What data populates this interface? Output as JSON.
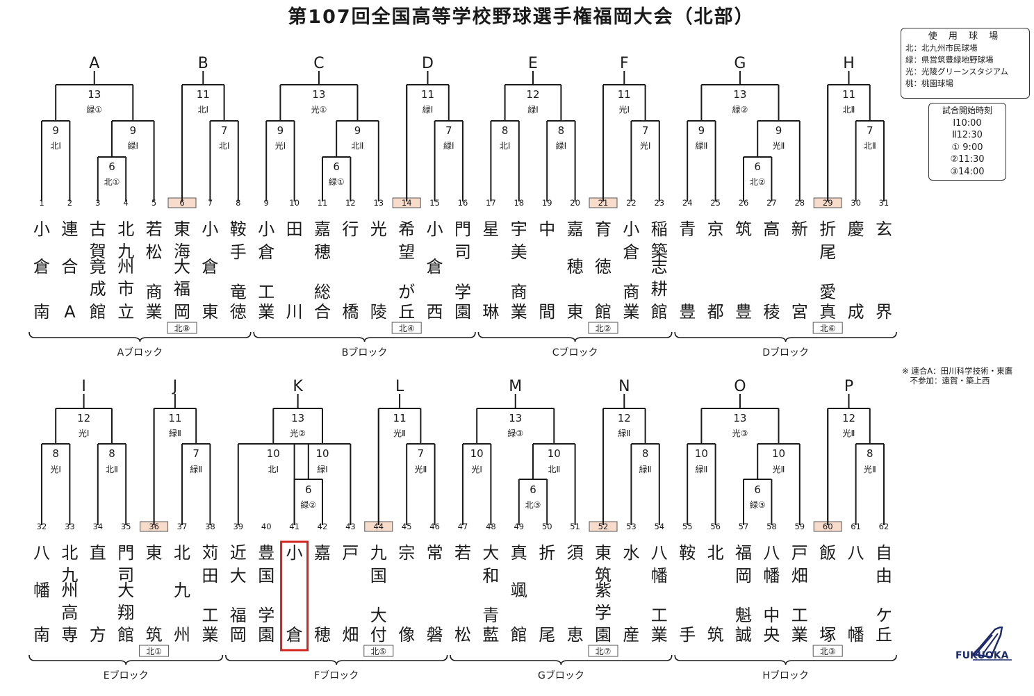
{
  "title": "第107回全国高等学校野球選手権福岡大会（北部）",
  "venues": {
    "heading": "使 用 球 場",
    "lines": [
      "北：北九州市民球場",
      "緑：県営筑豊緑地野球場",
      "光：光陵グリーンスタジアム",
      "桃：桃園球場"
    ]
  },
  "times": {
    "heading": "試合開始時刻",
    "lines": [
      "Ⅰ10:00",
      "Ⅱ12:30",
      "① 9:00",
      "②11:30",
      "③14:00"
    ]
  },
  "note": [
    "※ 連合A：田川科学技術・東鷹",
    "　不参加：遠賀・築上西"
  ],
  "logo_text": "FUKUOKA",
  "colors": {
    "seed_fill": "#f8dccb",
    "highlight": "#d2231f",
    "line": "#1a1a1a",
    "logo": "#1d2a6b"
  },
  "rows": [
    {
      "blocks": [
        {
          "label": "Aブロック",
          "start": 0,
          "end": 7
        },
        {
          "label": "Bブロック",
          "start": 8,
          "end": 15
        },
        {
          "label": "Cブロック",
          "start": 16,
          "end": 22
        },
        {
          "label": "Dブロック",
          "start": 23,
          "end": 30
        }
      ],
      "teams": [
        {
          "no": "1",
          "name": "小倉南"
        },
        {
          "no": "2",
          "name": "連合A"
        },
        {
          "no": "3",
          "name": "古賀竟成館"
        },
        {
          "no": "4",
          "name": "北九州市立"
        },
        {
          "no": "5",
          "name": "若松商業"
        },
        {
          "no": "6",
          "name": "東海大福岡",
          "seed": true
        },
        {
          "no": "7",
          "name": "小倉東"
        },
        {
          "no": "8",
          "name": "鞍手竜徳"
        },
        {
          "no": "9",
          "name": "小倉工業"
        },
        {
          "no": "10",
          "name": "田川"
        },
        {
          "no": "11",
          "name": "嘉穂総合"
        },
        {
          "no": "12",
          "name": "行橋"
        },
        {
          "no": "13",
          "name": "光陵"
        },
        {
          "no": "14",
          "name": "希望が丘",
          "seed": true
        },
        {
          "no": "15",
          "name": "小倉西"
        },
        {
          "no": "16",
          "name": "門司学園"
        },
        {
          "no": "17",
          "name": "星琳"
        },
        {
          "no": "18",
          "name": "宇美商業"
        },
        {
          "no": "19",
          "name": "中間"
        },
        {
          "no": "20",
          "name": "嘉穂東"
        },
        {
          "no": "21",
          "name": "育徳館",
          "seed": true
        },
        {
          "no": "22",
          "name": "小倉商業"
        },
        {
          "no": "23",
          "name": "稲築志耕館"
        },
        {
          "no": "24",
          "name": "青豊"
        },
        {
          "no": "25",
          "name": "京都"
        },
        {
          "no": "26",
          "name": "筑豊"
        },
        {
          "no": "27",
          "name": "高稜"
        },
        {
          "no": "28",
          "name": "新宮"
        },
        {
          "no": "29",
          "name": "折尾愛真",
          "seed": true
        },
        {
          "no": "30",
          "name": "慶成"
        },
        {
          "no": "31",
          "name": "玄界"
        }
      ],
      "seed_tags": [
        "北⑧",
        "北④",
        "北②",
        "北⑥"
      ],
      "groups": [
        {
          "letter": "A",
          "top": {
            "day": "13",
            "venue": "緑①"
          },
          "left": {
            "day": "9",
            "venue": "北Ⅰ",
            "teams": [
              0,
              1
            ]
          },
          "right": {
            "day": "9",
            "venue": "緑Ⅰ",
            "teams": [
              3,
              4
            ]
          },
          "first": {
            "day": "6",
            "venue": "北①",
            "teams": [
              2,
              3
            ]
          },
          "firstSide": "right"
        },
        {
          "letter": "B",
          "top": {
            "day": "11",
            "venue": "北Ⅰ"
          },
          "bye": 5,
          "right": {
            "day": "7",
            "venue": "北Ⅰ",
            "teams": [
              6,
              7
            ]
          }
        },
        {
          "letter": "C",
          "top": {
            "day": "13",
            "venue": "光①"
          },
          "left": {
            "day": "9",
            "venue": "光Ⅰ",
            "teams": [
              8,
              9
            ]
          },
          "right": {
            "day": "9",
            "venue": "北Ⅱ",
            "teams": [
              11,
              12
            ]
          },
          "first": {
            "day": "6",
            "venue": "緑①",
            "teams": [
              10,
              11
            ]
          },
          "firstSide": "right"
        },
        {
          "letter": "D",
          "top": {
            "day": "11",
            "venue": "緑Ⅰ"
          },
          "bye": 13,
          "right": {
            "day": "7",
            "venue": "緑Ⅰ",
            "teams": [
              14,
              15
            ]
          }
        },
        {
          "letter": "E",
          "top": {
            "day": "12",
            "venue": "緑Ⅰ"
          },
          "left": {
            "day": "8",
            "venue": "北Ⅰ",
            "teams": [
              16,
              17
            ]
          },
          "right": {
            "day": "8",
            "venue": "緑Ⅰ",
            "teams": [
              18,
              19
            ]
          }
        },
        {
          "letter": "F",
          "top": {
            "day": "11",
            "venue": "光Ⅰ"
          },
          "bye": 20,
          "right": {
            "day": "7",
            "venue": "光Ⅰ",
            "teams": [
              21,
              22
            ]
          }
        },
        {
          "letter": "G",
          "top": {
            "day": "13",
            "venue": "緑②"
          },
          "left": {
            "day": "9",
            "venue": "緑Ⅱ",
            "teams": [
              23,
              24
            ]
          },
          "right": {
            "day": "9",
            "venue": "光Ⅱ",
            "teams": [
              26,
              27
            ]
          },
          "first": {
            "day": "6",
            "venue": "北②",
            "teams": [
              25,
              26
            ]
          },
          "firstSide": "right"
        },
        {
          "letter": "H",
          "top": {
            "day": "11",
            "venue": "北Ⅱ"
          },
          "bye": 28,
          "right": {
            "day": "7",
            "venue": "北Ⅱ",
            "teams": [
              29,
              30
            ]
          }
        }
      ]
    },
    {
      "blocks": [
        {
          "label": "Eブロック",
          "start": 0,
          "end": 6
        },
        {
          "label": "Fブロック",
          "start": 7,
          "end": 14
        },
        {
          "label": "Gブロック",
          "start": 15,
          "end": 22
        },
        {
          "label": "Hブロック",
          "start": 23,
          "end": 30
        }
      ],
      "teams": [
        {
          "no": "32",
          "name": "八幡南"
        },
        {
          "no": "33",
          "name": "北九州高専"
        },
        {
          "no": "34",
          "name": "直方"
        },
        {
          "no": "35",
          "name": "門司大翔館"
        },
        {
          "no": "36",
          "name": "東筑",
          "seed": true
        },
        {
          "no": "37",
          "name": "北九州"
        },
        {
          "no": "38",
          "name": "苅田工業"
        },
        {
          "no": "39",
          "name": "近大福岡"
        },
        {
          "no": "40",
          "name": "豊国学園"
        },
        {
          "no": "41",
          "name": "小倉",
          "highlight": true
        },
        {
          "no": "42",
          "name": "嘉穂"
        },
        {
          "no": "43",
          "name": "戸畑"
        },
        {
          "no": "44",
          "name": "九国大付",
          "seed": true
        },
        {
          "no": "45",
          "name": "宗像"
        },
        {
          "no": "46",
          "name": "常磐"
        },
        {
          "no": "47",
          "name": "若松"
        },
        {
          "no": "48",
          "name": "大和青藍"
        },
        {
          "no": "49",
          "name": "真颯館"
        },
        {
          "no": "50",
          "name": "折尾"
        },
        {
          "no": "51",
          "name": "須恵"
        },
        {
          "no": "52",
          "name": "東筑紫学園",
          "seed": true
        },
        {
          "no": "53",
          "name": "水産"
        },
        {
          "no": "54",
          "name": "八幡工業"
        },
        {
          "no": "55",
          "name": "鞍手"
        },
        {
          "no": "56",
          "name": "北筑"
        },
        {
          "no": "57",
          "name": "福岡魁誠"
        },
        {
          "no": "58",
          "name": "八幡中央"
        },
        {
          "no": "59",
          "name": "戸畑工業"
        },
        {
          "no": "60",
          "name": "飯塚",
          "seed": true
        },
        {
          "no": "61",
          "name": "八幡"
        },
        {
          "no": "62",
          "name": "自由ケ丘"
        }
      ],
      "seed_tags": [
        "北①",
        "北⑤",
        "北⑦",
        "北③"
      ],
      "groups": [
        {
          "letter": "I",
          "top": {
            "day": "12",
            "venue": "光Ⅰ"
          },
          "left": {
            "day": "8",
            "venue": "光Ⅰ",
            "teams": [
              0,
              1
            ]
          },
          "right": {
            "day": "8",
            "venue": "北Ⅱ",
            "teams": [
              2,
              3
            ]
          }
        },
        {
          "letter": "J",
          "top": {
            "day": "11",
            "venue": "緑Ⅱ"
          },
          "bye": 4,
          "right": {
            "day": "7",
            "venue": "緑Ⅱ",
            "teams": [
              5,
              6
            ]
          }
        },
        {
          "letter": "K",
          "top": {
            "day": "13",
            "venue": "光②"
          },
          "left": {
            "day": "10",
            "venue": "北Ⅰ",
            "teams": [
              7,
              8
            ]
          },
          "right": {
            "day": "10",
            "venue": "緑Ⅰ",
            "teams": [
              9,
              11
            ]
          },
          "first": {
            "day": "6",
            "venue": "緑②",
            "teams": [
              9,
              10
            ]
          },
          "firstSide": "left"
        },
        {
          "letter": "L",
          "top": {
            "day": "11",
            "venue": "光Ⅱ"
          },
          "bye": 12,
          "right": {
            "day": "7",
            "venue": "光Ⅱ",
            "teams": [
              13,
              14
            ]
          }
        },
        {
          "letter": "M",
          "top": {
            "day": "13",
            "venue": "緑③"
          },
          "left": {
            "day": "10",
            "venue": "光Ⅰ",
            "teams": [
              15,
              16
            ]
          },
          "right": {
            "day": "10",
            "venue": "北Ⅱ",
            "teams": [
              18,
              19
            ]
          },
          "first": {
            "day": "6",
            "venue": "北③",
            "teams": [
              17,
              18
            ]
          },
          "firstSide": "right"
        },
        {
          "letter": "N",
          "top": {
            "day": "12",
            "venue": "緑Ⅱ"
          },
          "bye": 20,
          "right": {
            "day": "8",
            "venue": "緑Ⅱ",
            "teams": [
              21,
              22
            ]
          }
        },
        {
          "letter": "O",
          "top": {
            "day": "13",
            "venue": "光③"
          },
          "left": {
            "day": "10",
            "venue": "緑Ⅱ",
            "teams": [
              23,
              24
            ]
          },
          "right": {
            "day": "10",
            "venue": "光Ⅱ",
            "teams": [
              26,
              27
            ]
          },
          "first": {
            "day": "6",
            "venue": "緑③",
            "teams": [
              25,
              26
            ]
          },
          "firstSide": "right"
        },
        {
          "letter": "P",
          "top": {
            "day": "12",
            "venue": "光Ⅱ"
          },
          "bye": 28,
          "right": {
            "day": "8",
            "venue": "光Ⅱ",
            "teams": [
              29,
              30
            ]
          }
        }
      ]
    }
  ]
}
